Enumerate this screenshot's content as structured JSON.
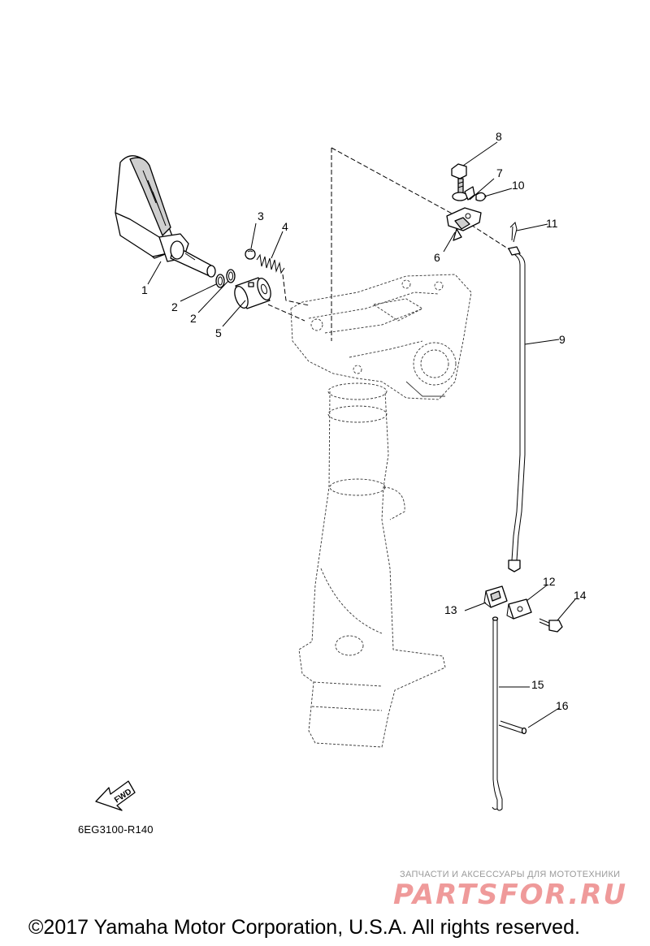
{
  "callouts": [
    "1",
    "2",
    "2",
    "3",
    "4",
    "5",
    "6",
    "7",
    "8",
    "9",
    "10",
    "11",
    "12",
    "13",
    "14",
    "15",
    "16"
  ],
  "fwd_label": "FWD",
  "diagram_code": "6EG3100-R140",
  "watermark": {
    "tagline": "ЗАПЧАСТИ И АКСЕССУАРЫ ДЛЯ МОТОТЕХНИКИ",
    "logo": "PARTSFOR.RU"
  },
  "copyright": "©2017 Yamaha Motor Corporation, U.S.A. All rights reserved."
}
